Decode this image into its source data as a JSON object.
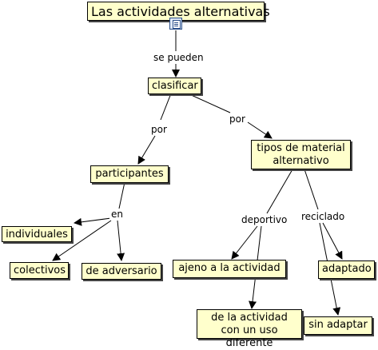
{
  "concepts": {
    "root": "Las actividades alternativas",
    "clasificar": "clasificar",
    "participantes": "participantes",
    "tipos": "tipos de material alternativo",
    "individuales": "individuales",
    "colectivos": "colectivos",
    "adversario": "de adversario",
    "ajeno": "ajeno a la actividad",
    "uso_diferente": "de la actividad con un uso diferente",
    "adaptado": "adaptado",
    "sin_adaptar": "sin adaptar"
  },
  "linking_phrases": {
    "se_pueden": "se pueden",
    "por_left": "por",
    "por_right": "por",
    "en": "en",
    "deportivo": "deportivo",
    "reciclado": "reciclado"
  },
  "icons": {
    "resource": "document-icon"
  }
}
